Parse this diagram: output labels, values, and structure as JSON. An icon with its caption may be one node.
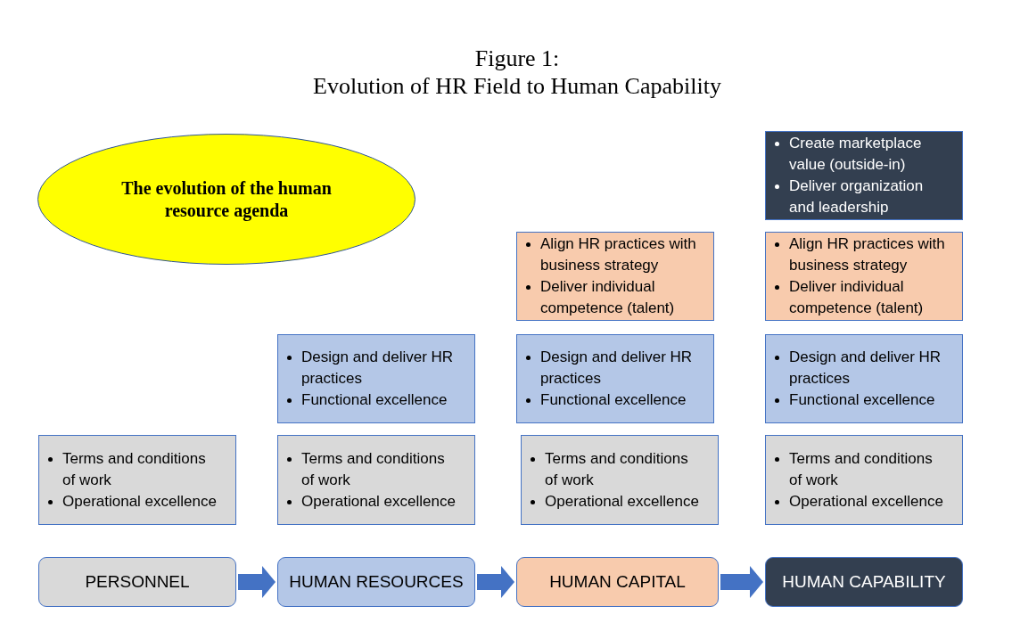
{
  "diagram": {
    "title": "Figure 1: Evolution of HR Field to Human Capability",
    "nodes": [
      {
        "text": [
          "The evolution of the human resource agenda"
        ]
      },
      {
        "text": [
          "Create marketplace value (outside-in)",
          "Deliver organization and leadership"
        ]
      },
      {
        "text": [
          "Align HR practices with business strategy",
          "Deliver individual competence (talent)"
        ]
      },
      {
        "text": [
          "Align HR practices with business strategy",
          "Deliver individual competence (talent)"
        ]
      },
      {
        "text": [
          "Design and deliver HR practices",
          "Functional excellence"
        ]
      },
      {
        "text": [
          "Design and deliver HR practices",
          "Functional excellence"
        ]
      },
      {
        "text": [
          "Design and deliver HR practices",
          "Functional excellence"
        ]
      },
      {
        "text": [
          "Terms and conditions of work",
          "Operational excellence"
        ]
      },
      {
        "text": [
          "Terms and conditions of work",
          "Operational excellence"
        ]
      },
      {
        "text": [
          "Terms and conditions of work",
          "Operational excellence"
        ]
      },
      {
        "text": [
          "Terms and conditions of work",
          "Operational excellence"
        ]
      },
      {
        "text": [
          "PERSONNEL"
        ]
      },
      {
        "text": [
          "HUMAN RESOURCES"
        ]
      },
      {
        "text": [
          "HUMAN CAPITAL"
        ]
      },
      {
        "text": [
          "HUMAN CAPABILITY"
        ]
      }
    ],
    "edges": [
      {
        "from": 11,
        "to": 12,
        "arrow": "to"
      },
      {
        "from": 12,
        "to": 13,
        "arrow": "to"
      },
      {
        "from": 13,
        "to": 14,
        "arrow": "to"
      }
    ]
  }
}
